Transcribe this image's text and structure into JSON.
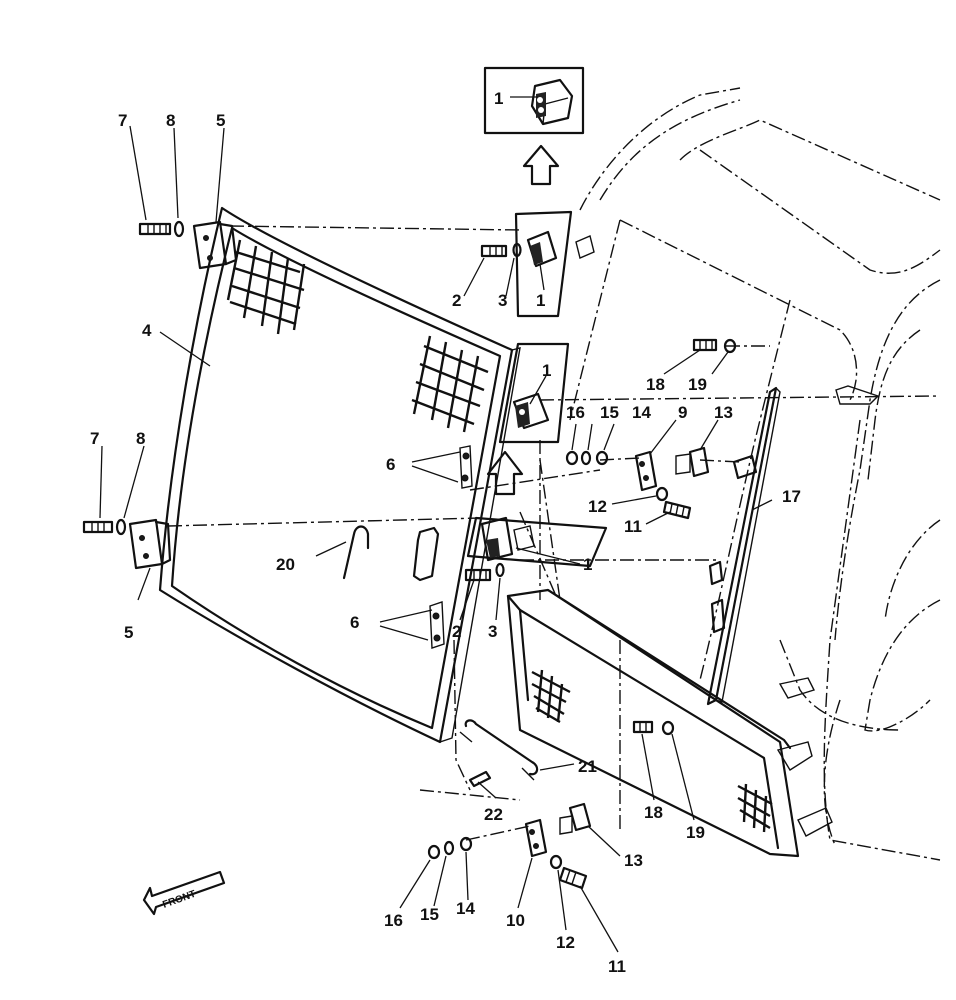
{
  "diagram": {
    "callouts": [
      "1",
      "1",
      "1",
      "1",
      "2",
      "2",
      "3",
      "3",
      "4",
      "5",
      "5",
      "6",
      "6",
      "7",
      "7",
      "8",
      "8",
      "9",
      "10",
      "11",
      "11",
      "12",
      "12",
      "13",
      "13",
      "14",
      "14",
      "15",
      "15",
      "16",
      "16",
      "17",
      "18",
      "18",
      "19",
      "19",
      "20",
      "21",
      "22"
    ],
    "front_label": "FRONT"
  }
}
